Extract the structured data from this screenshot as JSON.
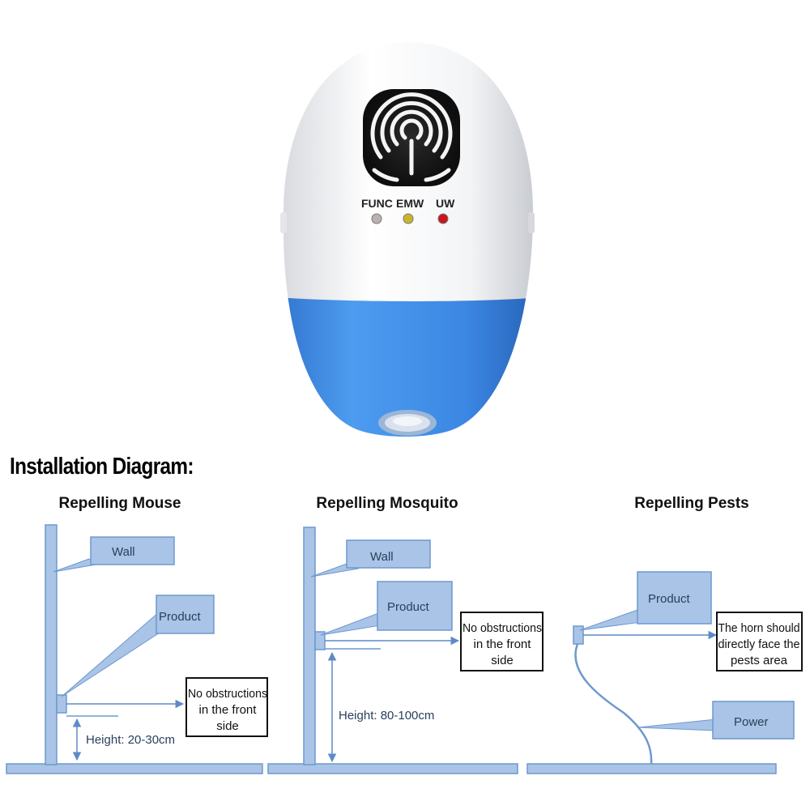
{
  "device": {
    "indicators": [
      {
        "label": "FUNC",
        "color": "#b9b2ae"
      },
      {
        "label": "EMW",
        "color": "#c9b52a"
      },
      {
        "label": "UW",
        "color": "#c8161a"
      }
    ],
    "colors": {
      "body_top": "#f2f3f5",
      "body_bottom": "#3c8be6"
    }
  },
  "heading": "Installation Diagram:",
  "panels": [
    {
      "title": "Repelling Mouse",
      "wall_label": "Wall",
      "product_label": "Product",
      "note_lines": [
        "No obstructions",
        "in the front",
        "side"
      ],
      "height_label": "Height: 20-30cm"
    },
    {
      "title": "Repelling Mosquito",
      "wall_label": "Wall",
      "product_label": "Product",
      "note_lines": [
        "No obstructions",
        "in the front",
        "side"
      ],
      "height_label": "Height: 80-100cm"
    },
    {
      "title": "Repelling Pests",
      "product_label": "Product",
      "note_lines": [
        "The horn should",
        "directly face the",
        "pests area"
      ],
      "power_label": "Power"
    }
  ]
}
